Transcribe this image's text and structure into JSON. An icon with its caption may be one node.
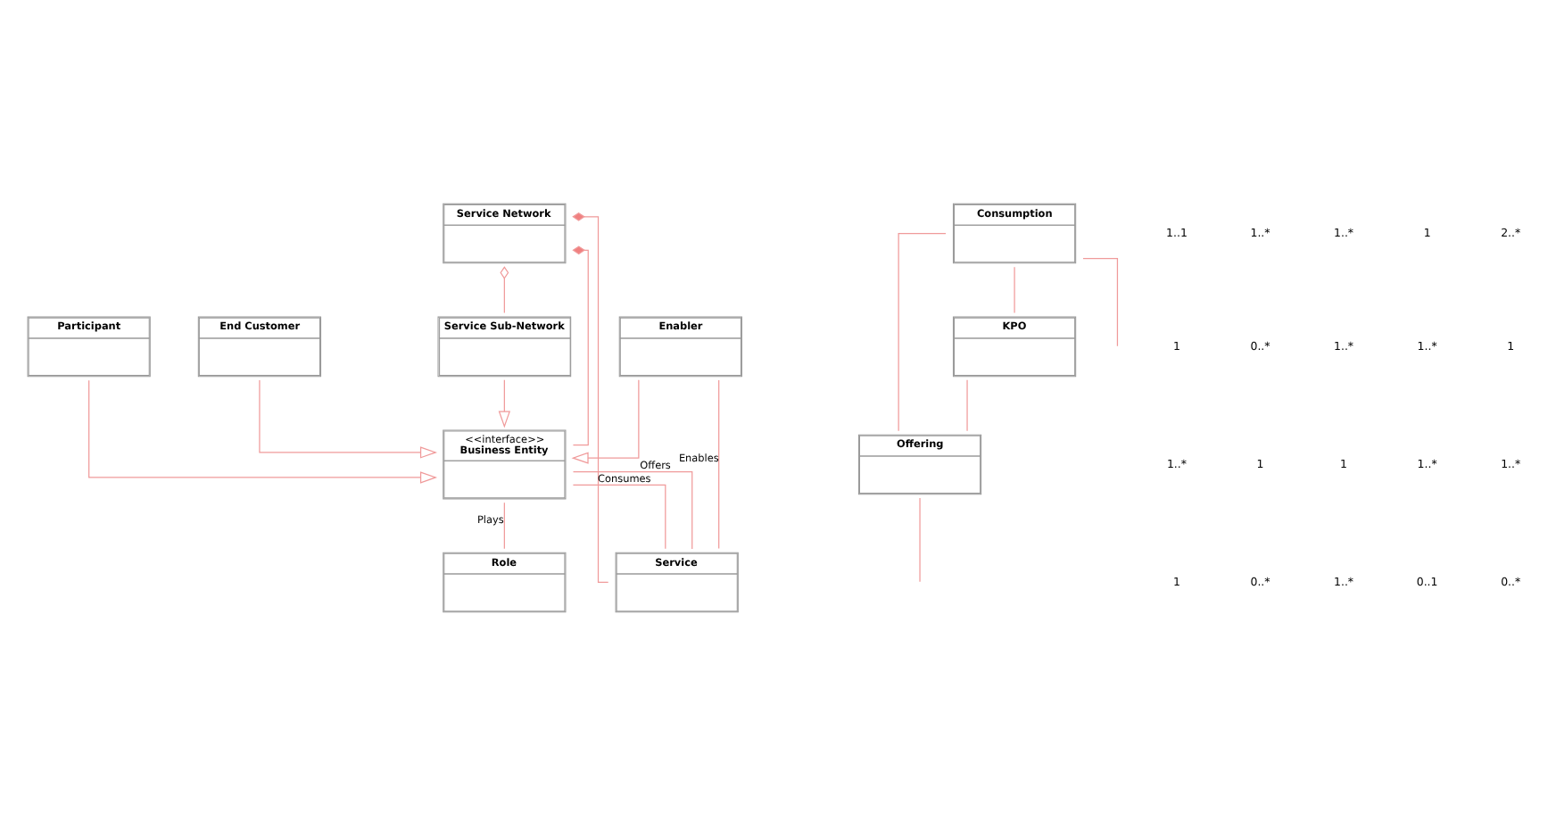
{
  "diagram": {
    "nodes": [
      {
        "text": [
          "Service Network"
        ]
      },
      {
        "text": [
          "Role"
        ]
      },
      {
        "text": [
          "<<interface>>",
          "Business Entity"
        ]
      },
      {
        "text": [
          "Offering"
        ]
      },
      {
        "text": [
          "KPO"
        ]
      },
      {
        "text": [
          "Consumption"
        ]
      },
      {
        "text": [
          "Service"
        ]
      },
      {
        "text": [
          "Service Sub-Network"
        ]
      },
      {
        "text": [
          "Participant"
        ]
      },
      {
        "text": [
          "End Customer"
        ]
      },
      {
        "text": [
          "Enabler"
        ]
      }
    ],
    "edges": [
      {
        "from": 0,
        "to": 7,
        "arrow": "other"
      },
      {
        "from": 0,
        "to": 2,
        "arrow": "other"
      },
      {
        "from": 0,
        "to": 6,
        "arrow": "other"
      },
      {
        "from": 2,
        "to": 6,
        "arrow": "none",
        "label": "Offers"
      },
      {
        "from": 3,
        "to": null,
        "arrow": "none"
      },
      {
        "from": 5,
        "to": 3,
        "arrow": "none"
      },
      {
        "from": 5,
        "to": 4,
        "arrow": "none"
      },
      {
        "from": 4,
        "to": 3,
        "arrow": "none"
      },
      {
        "from": 2,
        "to": 1,
        "arrow": "none",
        "label": "Plays"
      },
      {
        "from": 2,
        "to": 6,
        "arrow": "none",
        "label": "Consumes"
      },
      {
        "from": 5,
        "to": null,
        "arrow": "none"
      },
      {
        "from": 7,
        "to": 2,
        "arrow": "to"
      },
      {
        "from": 8,
        "to": 2,
        "arrow": "to"
      },
      {
        "from": 9,
        "to": 2,
        "arrow": "to"
      },
      {
        "from": 10,
        "to": 2,
        "arrow": "to"
      },
      {
        "from": 10,
        "to": 6,
        "arrow": "none",
        "label": "Enables"
      }
    ],
    "labels": [
      "1..1",
      "1..*",
      "1..*",
      "1",
      "2..*",
      "1",
      "0..*",
      "1..*",
      "1..*",
      "1",
      "1..*",
      "1",
      "1",
      "1..*",
      "1..*",
      "1",
      "0..*",
      "1..*",
      "0..1",
      "0..*"
    ]
  }
}
